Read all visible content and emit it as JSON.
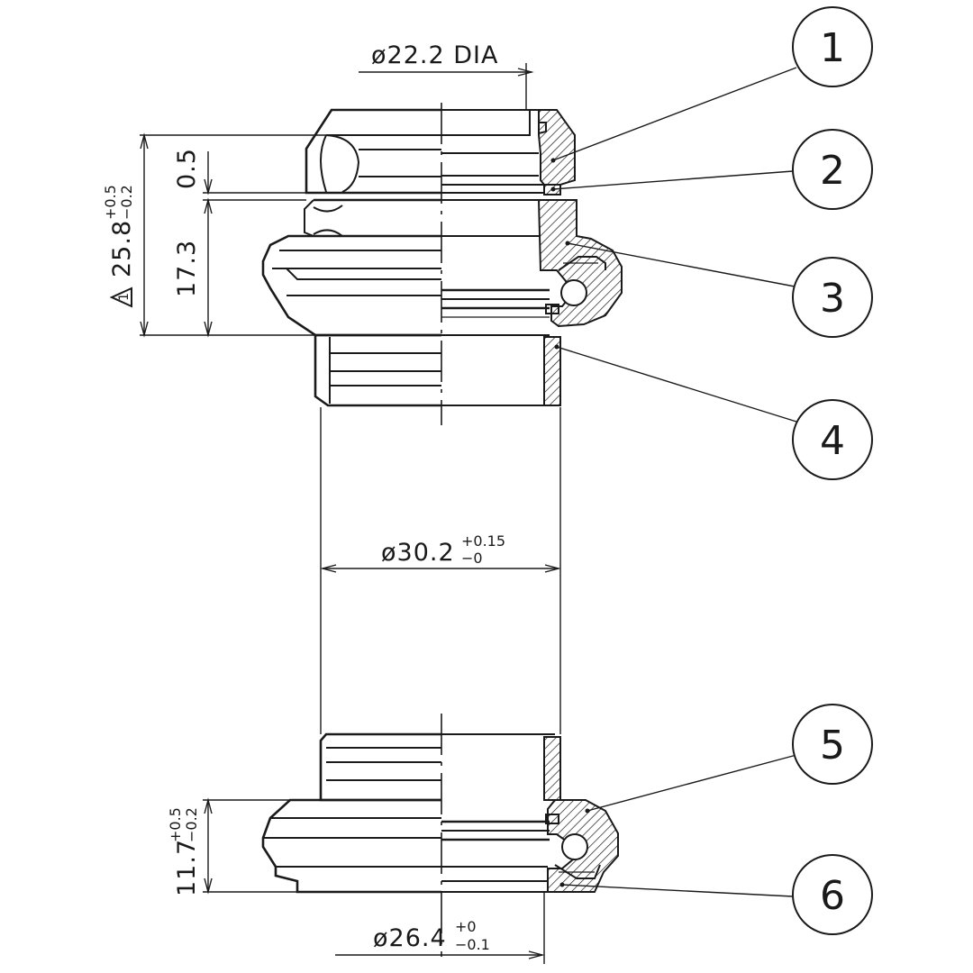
{
  "dimensions": {
    "stem_dia": "ø22.2  DIA",
    "stack_height": {
      "main": "25.8",
      "tol_upper": "+0.5",
      "tol_lower": "−0.2",
      "marker": "1"
    },
    "gap": {
      "main": "0.5"
    },
    "upper_height": {
      "main": "17.3"
    },
    "cup_dia": {
      "main": "ø30.2",
      "tol_upper": "+0.15",
      "tol_lower": "−0"
    },
    "lower_height": {
      "main": "11.7",
      "tol_upper": "+0.5",
      "tol_lower": "−0.2"
    },
    "crown_dia": {
      "main": "ø26.4",
      "tol_upper": "+0",
      "tol_lower": "−0.1"
    }
  },
  "callouts": [
    {
      "number": "1"
    },
    {
      "number": "2"
    },
    {
      "number": "3"
    },
    {
      "number": "4"
    },
    {
      "number": "5"
    },
    {
      "number": "6"
    }
  ]
}
